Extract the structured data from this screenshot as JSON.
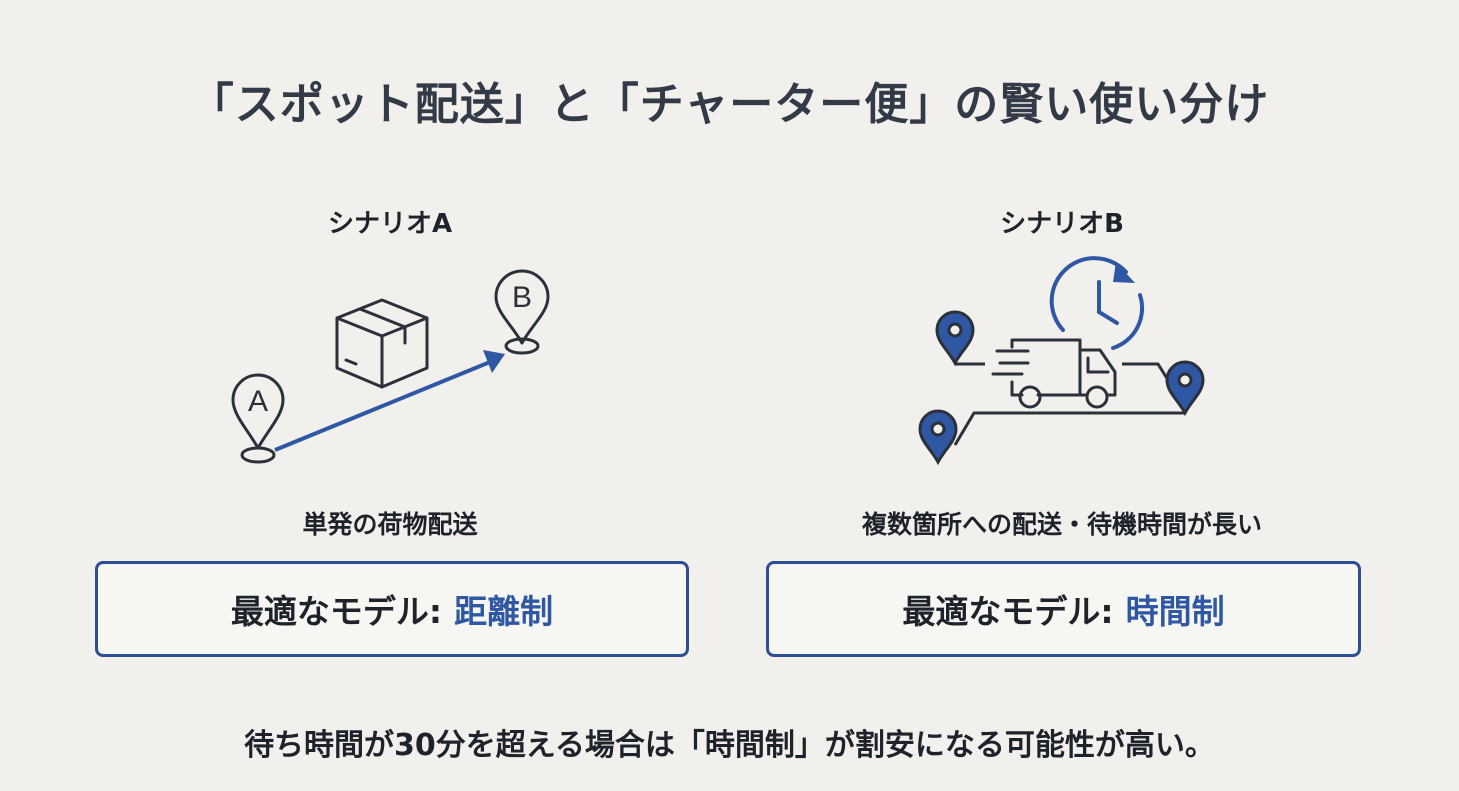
{
  "title": "「スポット配送」と「チャーター便」の賢い使い分け",
  "scenarios": [
    {
      "label": "シナリオA",
      "pin_start": "A",
      "pin_end": "B",
      "description": "単発の荷物配送",
      "model_prefix": "最適なモデル:",
      "model": "距離制",
      "icons": [
        "map-pin-icon",
        "package-box-icon",
        "arrow-icon"
      ]
    },
    {
      "label": "シナリオB",
      "description": "複数箇所への配送・待機時間が長い",
      "model_prefix": "最適なモデル:",
      "model": "時間制",
      "icons": [
        "map-pin-icon",
        "delivery-truck-icon",
        "clock-refresh-icon",
        "route-icon"
      ]
    }
  ],
  "footer": "待ち時間が30分を超える場合は「時間制」が割安になる可能性が高い。",
  "colors": {
    "background": "#f1f0ec",
    "accent": "#2f57a4",
    "text": "#2b313b",
    "box_border": "#2f4f94"
  }
}
